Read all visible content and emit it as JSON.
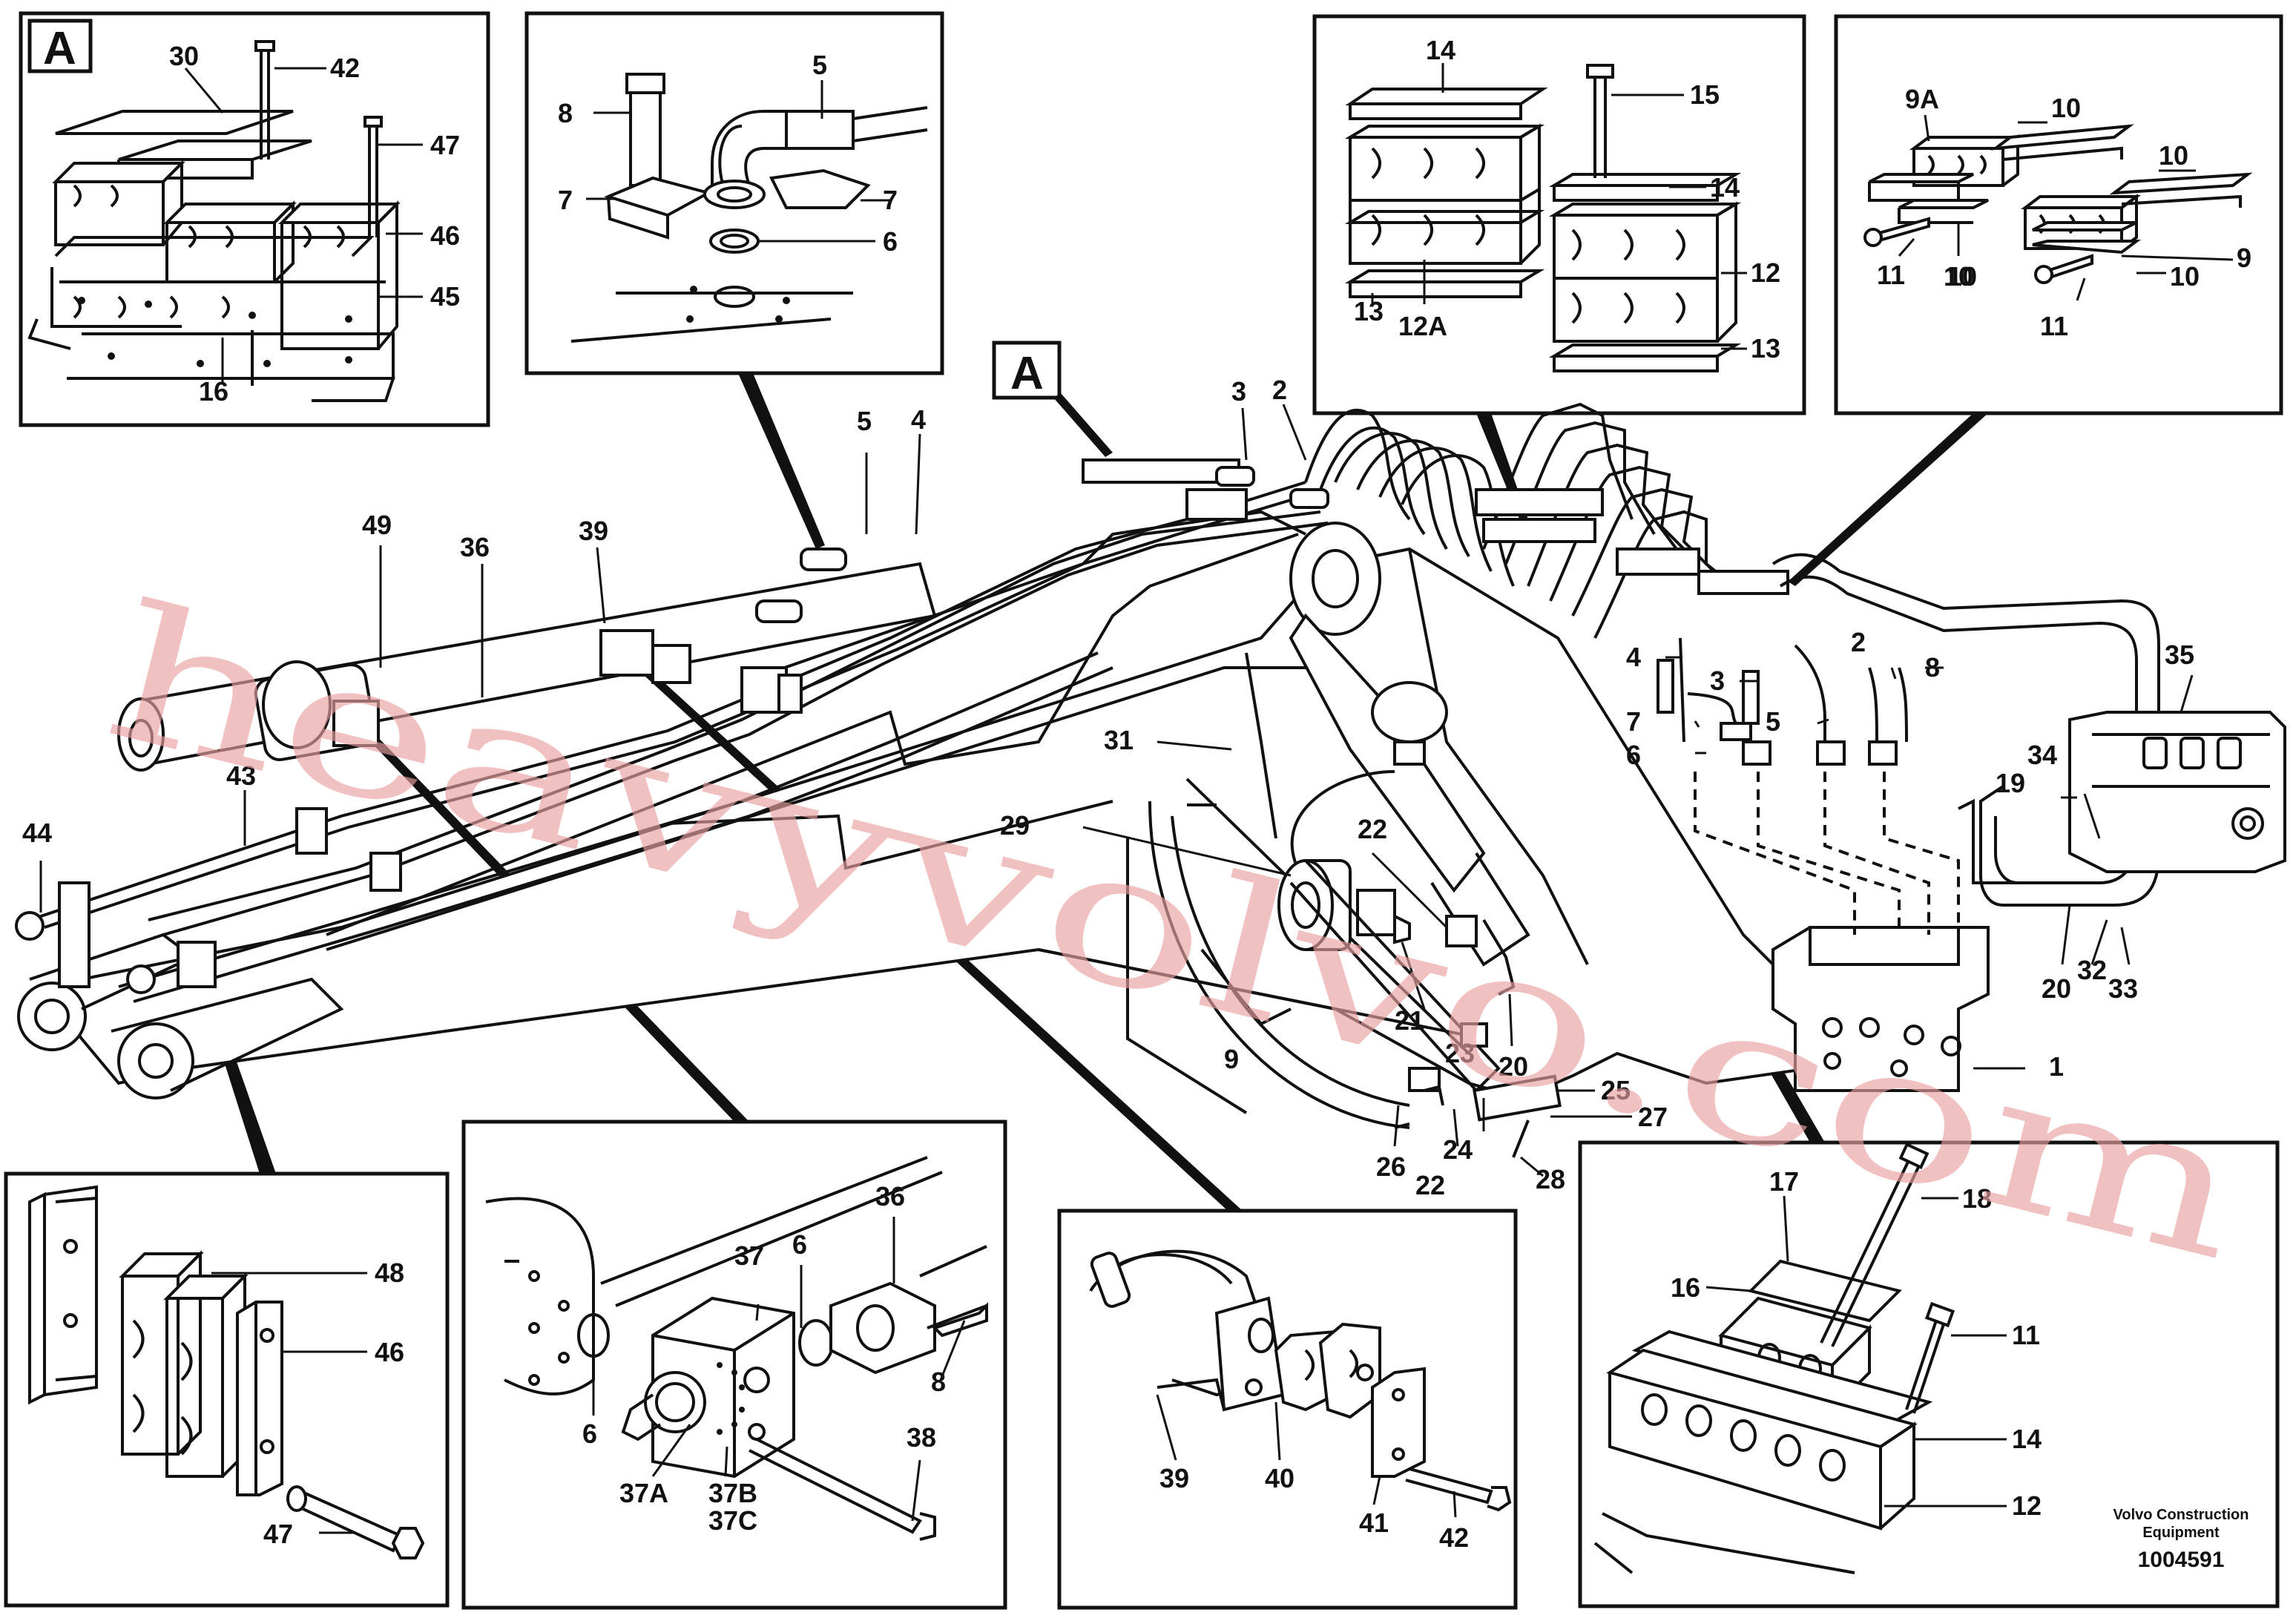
{
  "watermark": "heavyvolvo.com",
  "footer": {
    "brand_line1": "Volvo Construction",
    "brand_line2": "Equipment",
    "doc_number": "1004591"
  },
  "detail_box_label": "A",
  "main_view_box_label": "A",
  "callouts": {
    "d1": [
      "30",
      "42",
      "47",
      "46",
      "45",
      "16"
    ],
    "d2": [
      "5",
      "8",
      "7",
      "7",
      "6"
    ],
    "d3": [
      "14",
      "15",
      "14",
      "12",
      "13",
      "12A",
      "13"
    ],
    "d4": [
      "9A",
      "10",
      "10",
      "10",
      "11",
      "10",
      "9",
      "11",
      "10"
    ],
    "main": [
      "49",
      "36",
      "39",
      "5",
      "4",
      "3",
      "2",
      "31",
      "29",
      "43",
      "44",
      "22",
      "21",
      "23",
      "9",
      "20",
      "25",
      "27",
      "26",
      "22",
      "24",
      "28",
      "4",
      "3",
      "5",
      "2",
      "8",
      "7",
      "6",
      "35",
      "34",
      "19",
      "20",
      "32",
      "33",
      "1"
    ],
    "d5": [
      "48",
      "46",
      "47"
    ],
    "d6": [
      "36",
      "37",
      "6",
      "8",
      "6",
      "38",
      "37A",
      "37B",
      "37C"
    ],
    "d7": [
      "39",
      "40",
      "41",
      "42"
    ],
    "d8": [
      "17",
      "18",
      "16",
      "11",
      "14",
      "12"
    ]
  }
}
